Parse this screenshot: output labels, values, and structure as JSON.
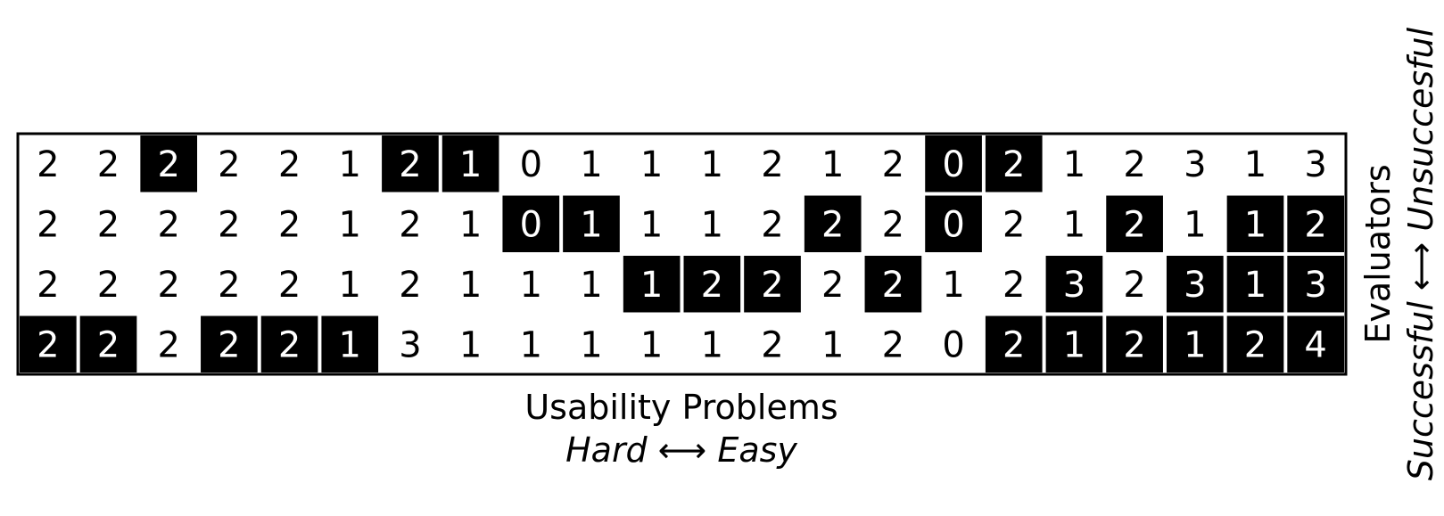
{
  "chart_data": {
    "type": "heatmap",
    "xlabel": "Usability Problems",
    "xlabel_sub": "Hard ⟷ Easy",
    "ylabel": "Evaluators",
    "ylabel_sub": "Successful ⟷ Unsuccesful",
    "rows": [
      {
        "values": [
          2,
          2,
          2,
          2,
          2,
          1,
          2,
          1,
          0,
          1,
          1,
          1,
          2,
          1,
          2,
          0,
          2,
          1,
          2,
          3,
          1,
          3
        ],
        "found": [
          0,
          0,
          1,
          0,
          0,
          0,
          1,
          1,
          0,
          0,
          0,
          0,
          0,
          0,
          0,
          1,
          1,
          0,
          0,
          0,
          0,
          0
        ]
      },
      {
        "values": [
          2,
          2,
          2,
          2,
          2,
          1,
          2,
          1,
          0,
          1,
          1,
          1,
          2,
          2,
          2,
          0,
          2,
          1,
          2,
          1,
          1,
          2
        ],
        "found": [
          0,
          0,
          0,
          0,
          0,
          0,
          0,
          0,
          1,
          1,
          0,
          0,
          0,
          1,
          0,
          1,
          0,
          0,
          1,
          0,
          1,
          1
        ]
      },
      {
        "values": [
          2,
          2,
          2,
          2,
          2,
          1,
          2,
          1,
          1,
          1,
          1,
          2,
          2,
          2,
          2,
          1,
          2,
          3,
          2,
          3,
          1,
          3
        ],
        "found": [
          0,
          0,
          0,
          0,
          0,
          0,
          0,
          0,
          0,
          0,
          1,
          1,
          1,
          0,
          1,
          0,
          0,
          1,
          0,
          1,
          1,
          1
        ]
      },
      {
        "values": [
          2,
          2,
          2,
          2,
          2,
          1,
          3,
          1,
          1,
          1,
          1,
          1,
          2,
          1,
          2,
          0,
          2,
          1,
          2,
          1,
          2,
          4
        ],
        "found": [
          1,
          1,
          0,
          1,
          1,
          1,
          0,
          0,
          0,
          0,
          0,
          0,
          0,
          0,
          0,
          0,
          1,
          1,
          1,
          1,
          1,
          1
        ]
      }
    ],
    "colors": {
      "found": "#000000",
      "not_found": "#ffffff",
      "found_text": "#ffffff",
      "not_found_text": "#000000"
    },
    "grid": false
  }
}
